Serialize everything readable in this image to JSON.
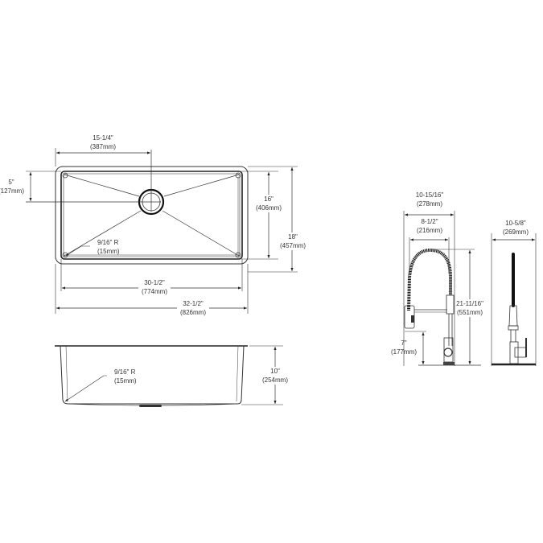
{
  "sink_top_view": {
    "drain_offset_width": {
      "imperial": "15-1/4\"",
      "metric": "(387mm)"
    },
    "drain_offset_depth": {
      "imperial": "5\"",
      "metric": "(127mm)"
    },
    "inner_bowl_depth": {
      "imperial": "16\"",
      "metric": "(406mm)"
    },
    "overall_depth": {
      "imperial": "18\"",
      "metric": "(457mm)"
    },
    "corner_radius": {
      "imperial": "9/16\" R",
      "metric": "(15mm)"
    },
    "inner_bowl_width": {
      "imperial": "30-1/2\"",
      "metric": "(774mm)"
    },
    "overall_width": {
      "imperial": "32-1/2\"",
      "metric": "(826mm)"
    }
  },
  "sink_side_view": {
    "corner_radius": {
      "imperial": "9/16\" R",
      "metric": "(15mm)"
    },
    "bowl_height": {
      "imperial": "10\"",
      "metric": "(254mm)"
    }
  },
  "faucet_front_view": {
    "overall_reach": {
      "imperial": "10-15/16\"",
      "metric": "(278mm)"
    },
    "spout_reach": {
      "imperial": "8-1/2\"",
      "metric": "(216mm)"
    },
    "overall_height": {
      "imperial": "21-11/16\"",
      "metric": "(551mm)"
    },
    "spout_height": {
      "imperial": "7\"",
      "metric": "(177mm)"
    }
  },
  "faucet_side_view": {
    "clearance_width": {
      "imperial": "10-5/8\"",
      "metric": "(269mm)"
    }
  }
}
